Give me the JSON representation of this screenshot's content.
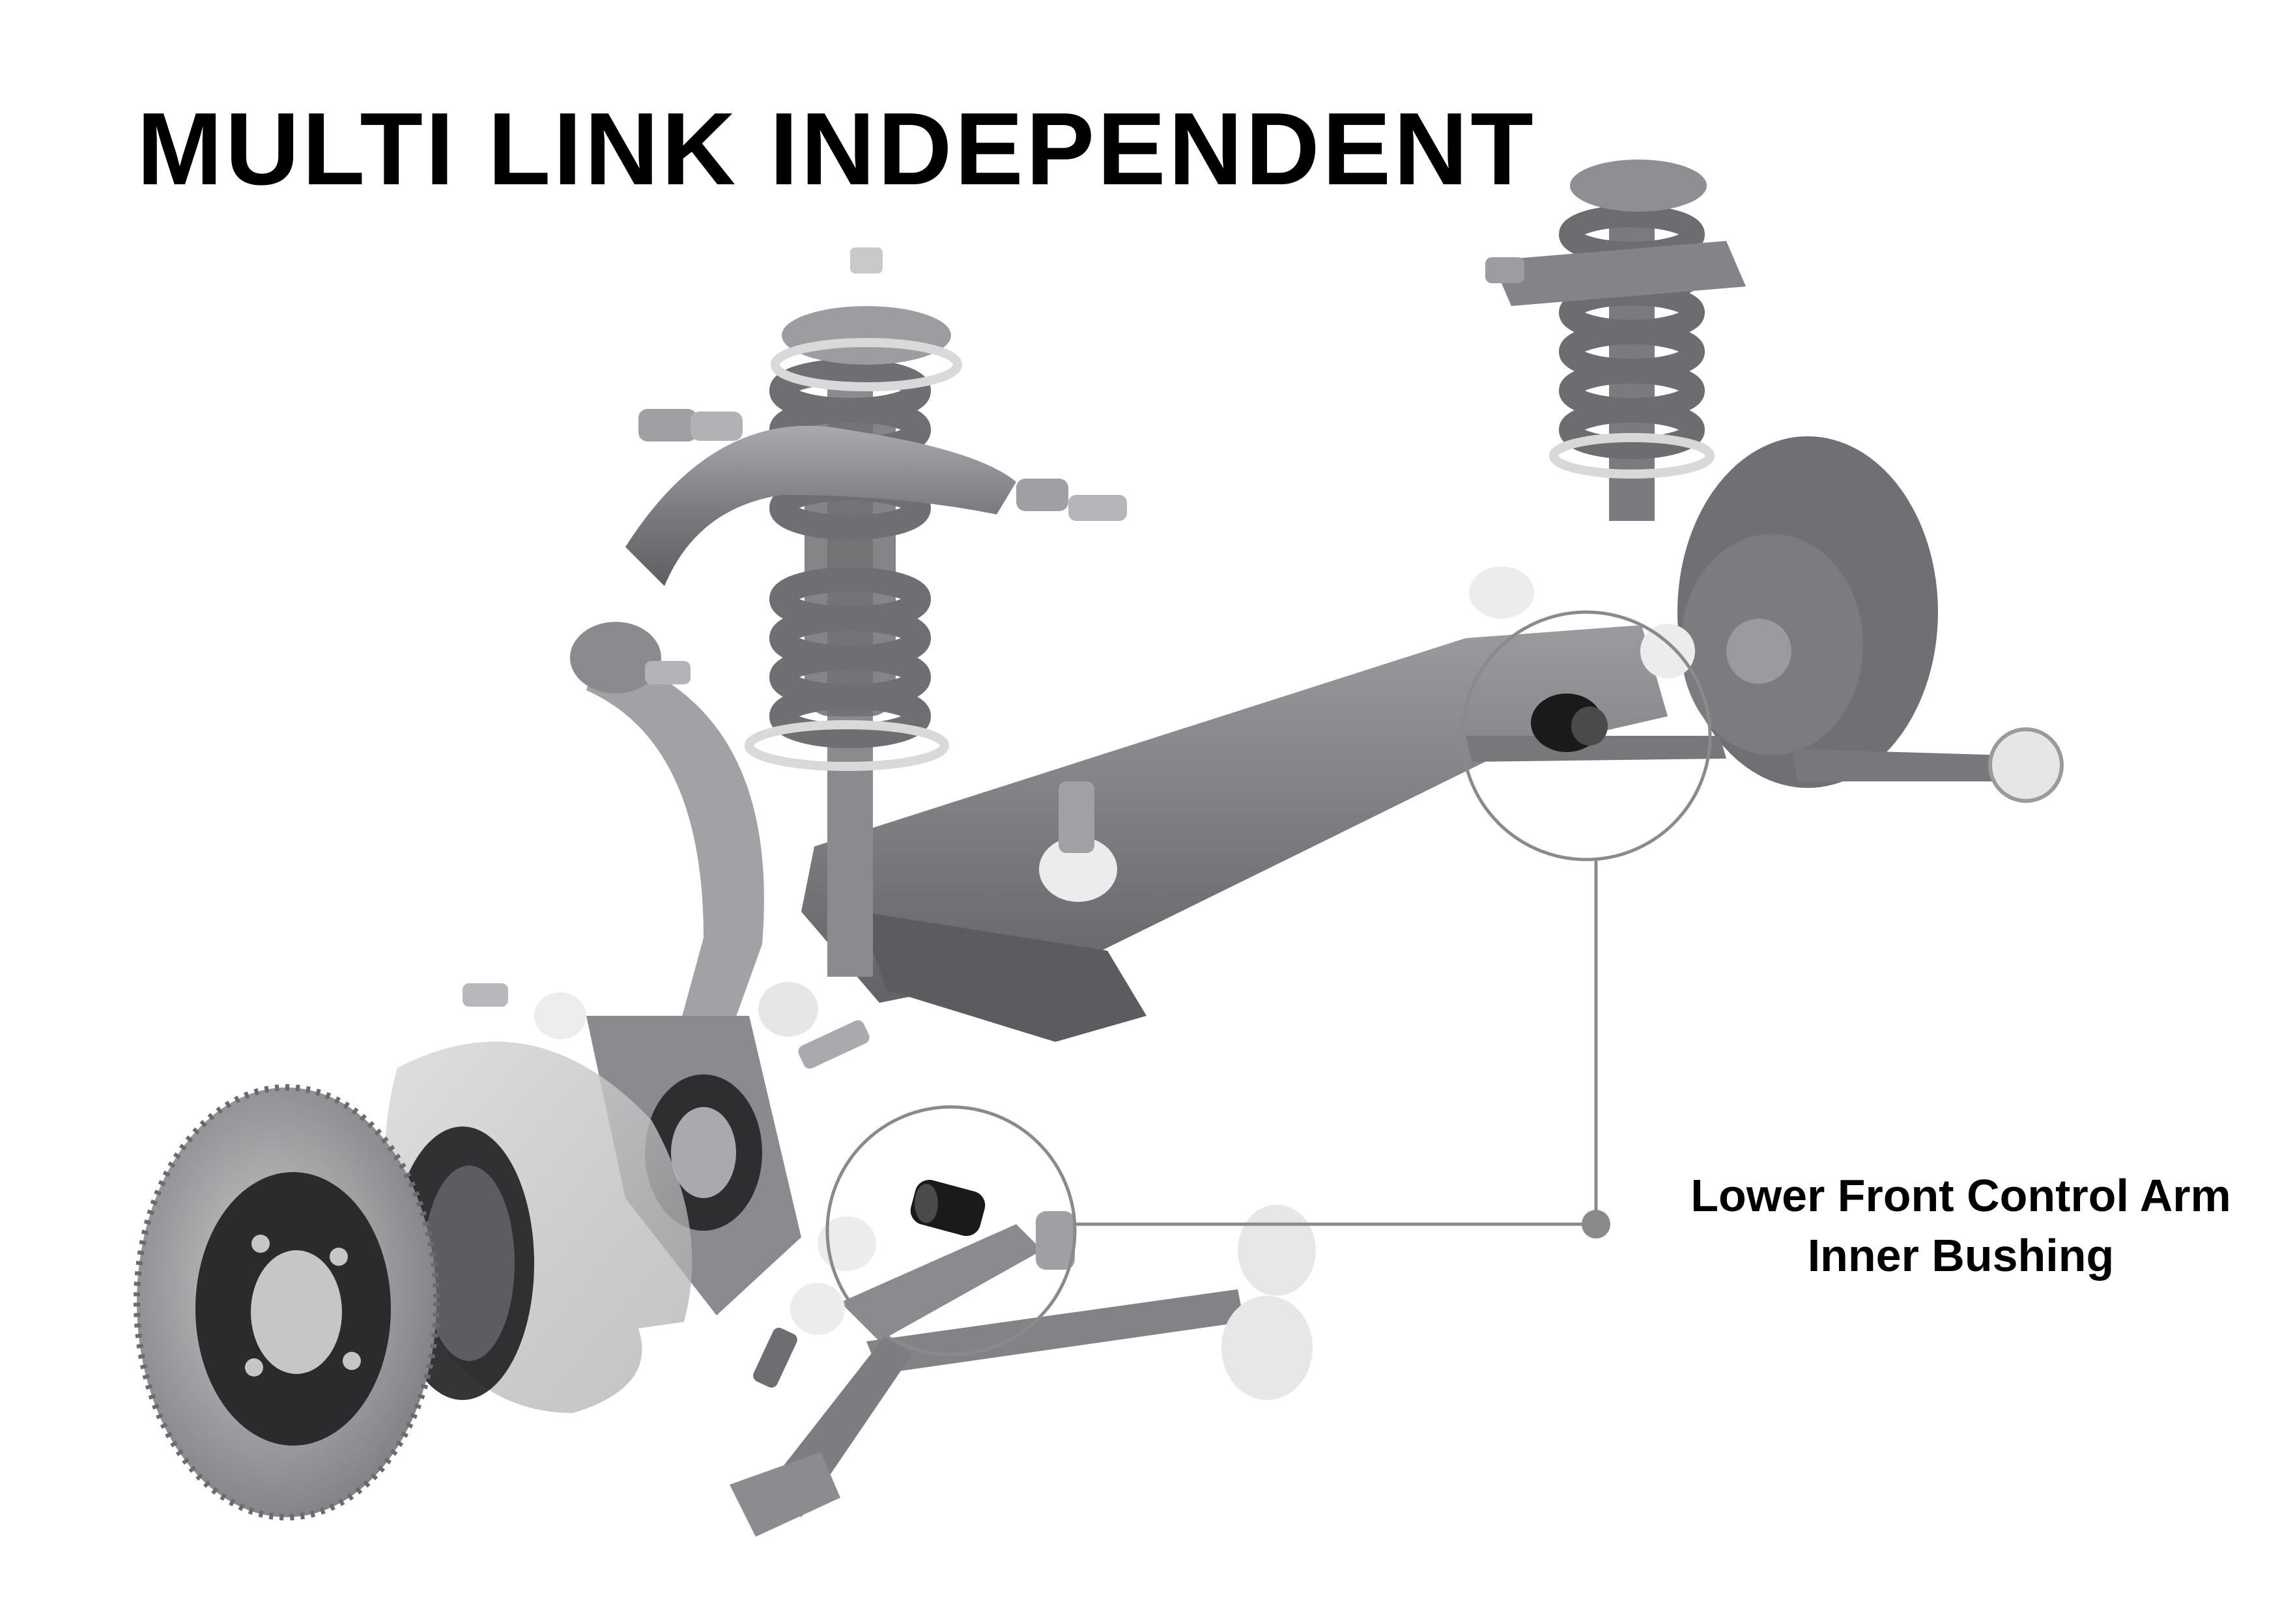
{
  "title": "MULTI LINK INDEPENDENT",
  "callout": {
    "line1": "Lower Front Control Arm",
    "line2": "Inner Bushing"
  },
  "colors": {
    "metal_dark": "#6f7072",
    "metal_mid": "#8c8d90",
    "metal_light": "#b9babd",
    "bushing_black": "#1a1a1a",
    "bushing_white": "#ededed",
    "callout_line": "#8a8a8a",
    "title_text": "#000000"
  }
}
